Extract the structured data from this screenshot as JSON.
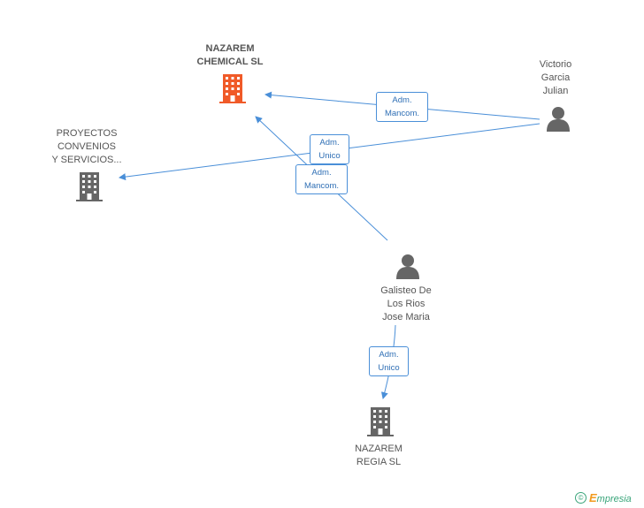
{
  "nodes": {
    "nazarem_chemical": {
      "line1": "NAZAREM",
      "line2": "CHEMICAL SL",
      "color": "#f05a28"
    },
    "proyectos": {
      "line1": "PROYECTOS",
      "line2": "CONVENIOS",
      "line3": "Y SERVICIOS...",
      "color": "#666666"
    },
    "victorio": {
      "line1": "Victorio",
      "line2": "Garcia",
      "line3": "Julian",
      "color": "#666666"
    },
    "galisteo": {
      "line1": "Galisteo De",
      "line2": "Los Rios",
      "line3": "Jose Maria",
      "color": "#666666"
    },
    "nazarem_regia": {
      "line1": "NAZAREM",
      "line2": "REGIA SL",
      "color": "#666666"
    }
  },
  "edges": {
    "victorio_chemical": {
      "line1": "Adm.",
      "line2": "Mancom."
    },
    "victorio_proyectos": {
      "line1": "Adm.",
      "line2": "Unico"
    },
    "galisteo_chemical": {
      "line1": "Adm.",
      "line2": "Mancom."
    },
    "galisteo_regia": {
      "line1": "Adm.",
      "line2": "Unico"
    }
  },
  "colors": {
    "edge": "#4a8fd8",
    "person": "#666666"
  },
  "footer": {
    "copyright_symbol": "©",
    "brand_initial": "E",
    "brand_rest": "mpresia"
  }
}
